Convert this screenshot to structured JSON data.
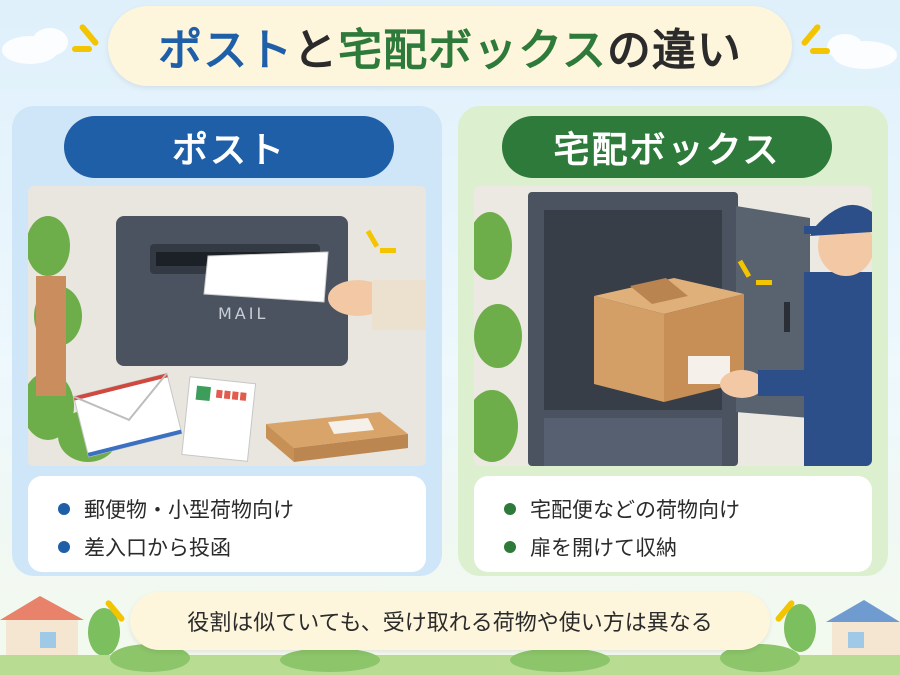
{
  "title": {
    "part1": "ポスト",
    "part2": "と",
    "part3": "宅配ボックス",
    "part4": "の違い"
  },
  "left_panel": {
    "heading": "ポスト",
    "mailbox_label": "MAIL",
    "bullets": [
      "郵便物・小型荷物向け",
      "差入口から投函"
    ],
    "accent_color": "#1f5fa8"
  },
  "right_panel": {
    "heading": "宅配ボックス",
    "bullets": [
      "宅配便などの荷物向け",
      "扉を開けて収納"
    ],
    "accent_color": "#2e7a3a"
  },
  "footer": {
    "text": "役割は似ていても、受け取れる荷物や使い方は異なる"
  }
}
